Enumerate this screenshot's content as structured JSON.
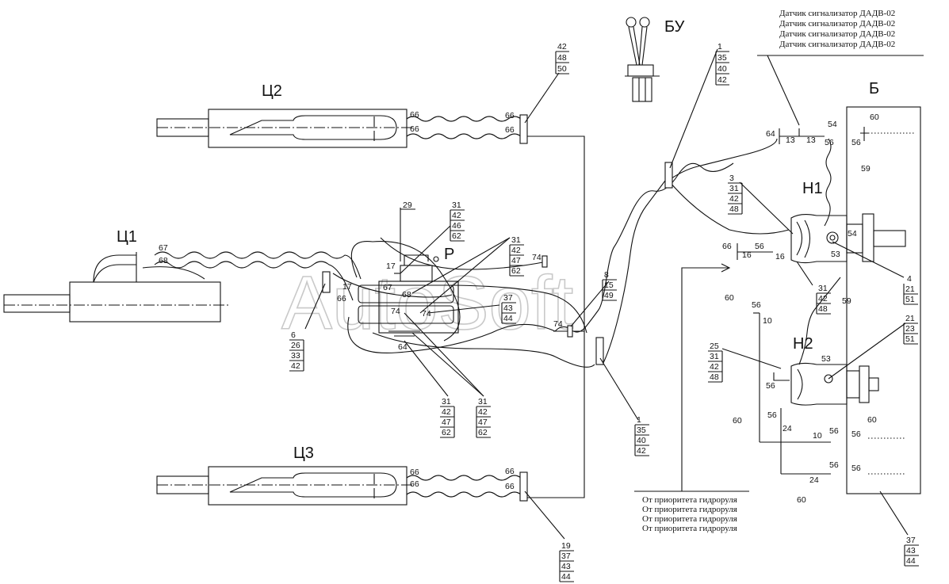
{
  "labels": {
    "c1": "Ц1",
    "c2": "Ц2",
    "c3": "Ц3",
    "bu": "БУ",
    "b": "Б",
    "r": "Р",
    "n1": "Н1",
    "n2": "Н2"
  },
  "notes": {
    "sensor": [
      "Датчик сигнализатор ДАДВ-02",
      "Датчик сигнализатор ДАДВ-02",
      "Датчик сигнализатор ДАДВ-02",
      "Датчик сигнализатор ДАДВ-02"
    ],
    "priority": [
      "От приоритета гидроруля",
      "От приоритета гидроруля",
      "От приоритета гидроруля",
      "От приоритета гидроруля"
    ]
  },
  "watermark": "AutoSoft",
  "callout_stacks": {
    "s_42_48_50": [
      "42",
      "48",
      "50"
    ],
    "s_1_35_40_42_top": [
      "1",
      "35",
      "40",
      "42"
    ],
    "s_29": [
      "29"
    ],
    "s_31_42_46_62": [
      "31",
      "42",
      "46",
      "62"
    ],
    "s_31_42_47_62_a": [
      "31",
      "42",
      "47",
      "62"
    ],
    "s_8_15_49": [
      "8",
      "15",
      "49"
    ],
    "s_37_43_44_mid": [
      "37",
      "43",
      "44"
    ],
    "s_6_26_33_42": [
      "6",
      "26",
      "33",
      "42"
    ],
    "s_31_42_47_62_b": [
      "31",
      "42",
      "47",
      "62"
    ],
    "s_31_42_47_62_c": [
      "31",
      "42",
      "47",
      "62"
    ],
    "s_1_35_40_42_bottom": [
      "1",
      "35",
      "40",
      "42"
    ],
    "s_19_37_43_44": [
      "19",
      "37",
      "43",
      "44"
    ],
    "s_3_31_42_48": [
      "3",
      "31",
      "42",
      "48"
    ],
    "s_31_42_48": [
      "31",
      "42",
      "48"
    ],
    "s_4_21_51": [
      "4",
      "21",
      "51"
    ],
    "s_25_31_42_48": [
      "25",
      "31",
      "42",
      "48"
    ],
    "s_21_23_51": [
      "21",
      "23",
      "51"
    ],
    "s_37_43_44_bottom": [
      "37",
      "43",
      "44"
    ]
  },
  "numbers": {
    "n66a": "66",
    "n66b": "66",
    "n66c": "66",
    "n66d": "66",
    "n66e": "66",
    "n66f": "66",
    "n66g": "66",
    "n66h": "66",
    "n67a": "67",
    "n68a": "68",
    "n17a": "17",
    "n17b": "17",
    "n66i": "66",
    "n67b": "67",
    "n68b": "68",
    "n74a": "74",
    "n74b": "74",
    "n74c": "74",
    "n74d": "74",
    "n64a": "64",
    "n64b": "64",
    "n13a": "13",
    "n13b": "13",
    "n56a": "56",
    "n56b": "56",
    "n54a": "54",
    "n60a": "60",
    "n59a": "59",
    "n54b": "54",
    "n53a": "53",
    "n16a": "16",
    "n16b": "16",
    "n66j": "66",
    "n56c": "56",
    "n60b": "60",
    "n56d": "56",
    "n10a": "10",
    "n59b": "59",
    "n53b": "53",
    "n56e": "56",
    "n60c": "60",
    "n56f": "56",
    "n24a": "24",
    "n10b": "10",
    "n56g": "56",
    "n56h": "56",
    "n60d": "60",
    "n24b": "24",
    "n56i": "56",
    "n56j": "56",
    "n60e": "60"
  }
}
